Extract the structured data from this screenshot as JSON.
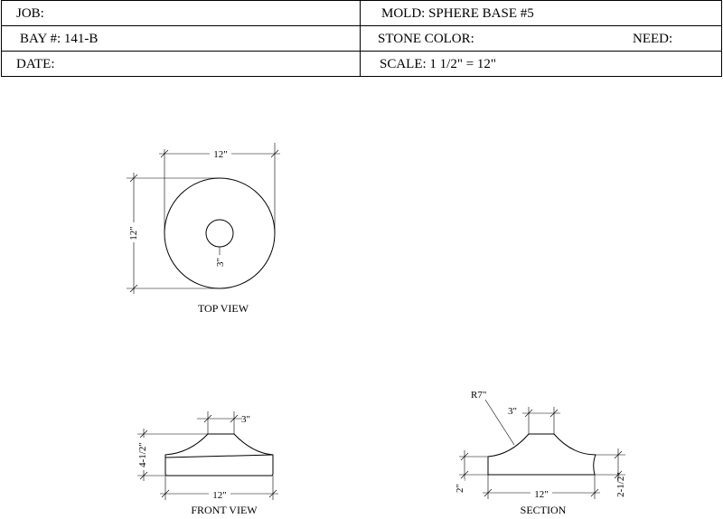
{
  "title_block": {
    "job": "JOB:",
    "mold": "MOLD: SPHERE BASE #5",
    "bay": "BAY #: 141-B",
    "stone_color": "STONE COLOR:",
    "need": "NEED:",
    "date": "DATE:",
    "scale": "SCALE:  1 1/2\" = 12\""
  },
  "top_view": {
    "caption": "TOP VIEW",
    "width_label": "12\"",
    "height_label": "12\"",
    "hole_label": "3\""
  },
  "front_view": {
    "caption": "FRONT VIEW",
    "top_label": "3\"",
    "height_label": "4-1/2\"",
    "width_label": "12\""
  },
  "section_view": {
    "caption": "SECTION",
    "radius_label": "R7\"",
    "top_label": "3\"",
    "base_label": "2\"",
    "width_label": "12\"",
    "right_label": "2-1/2\""
  }
}
